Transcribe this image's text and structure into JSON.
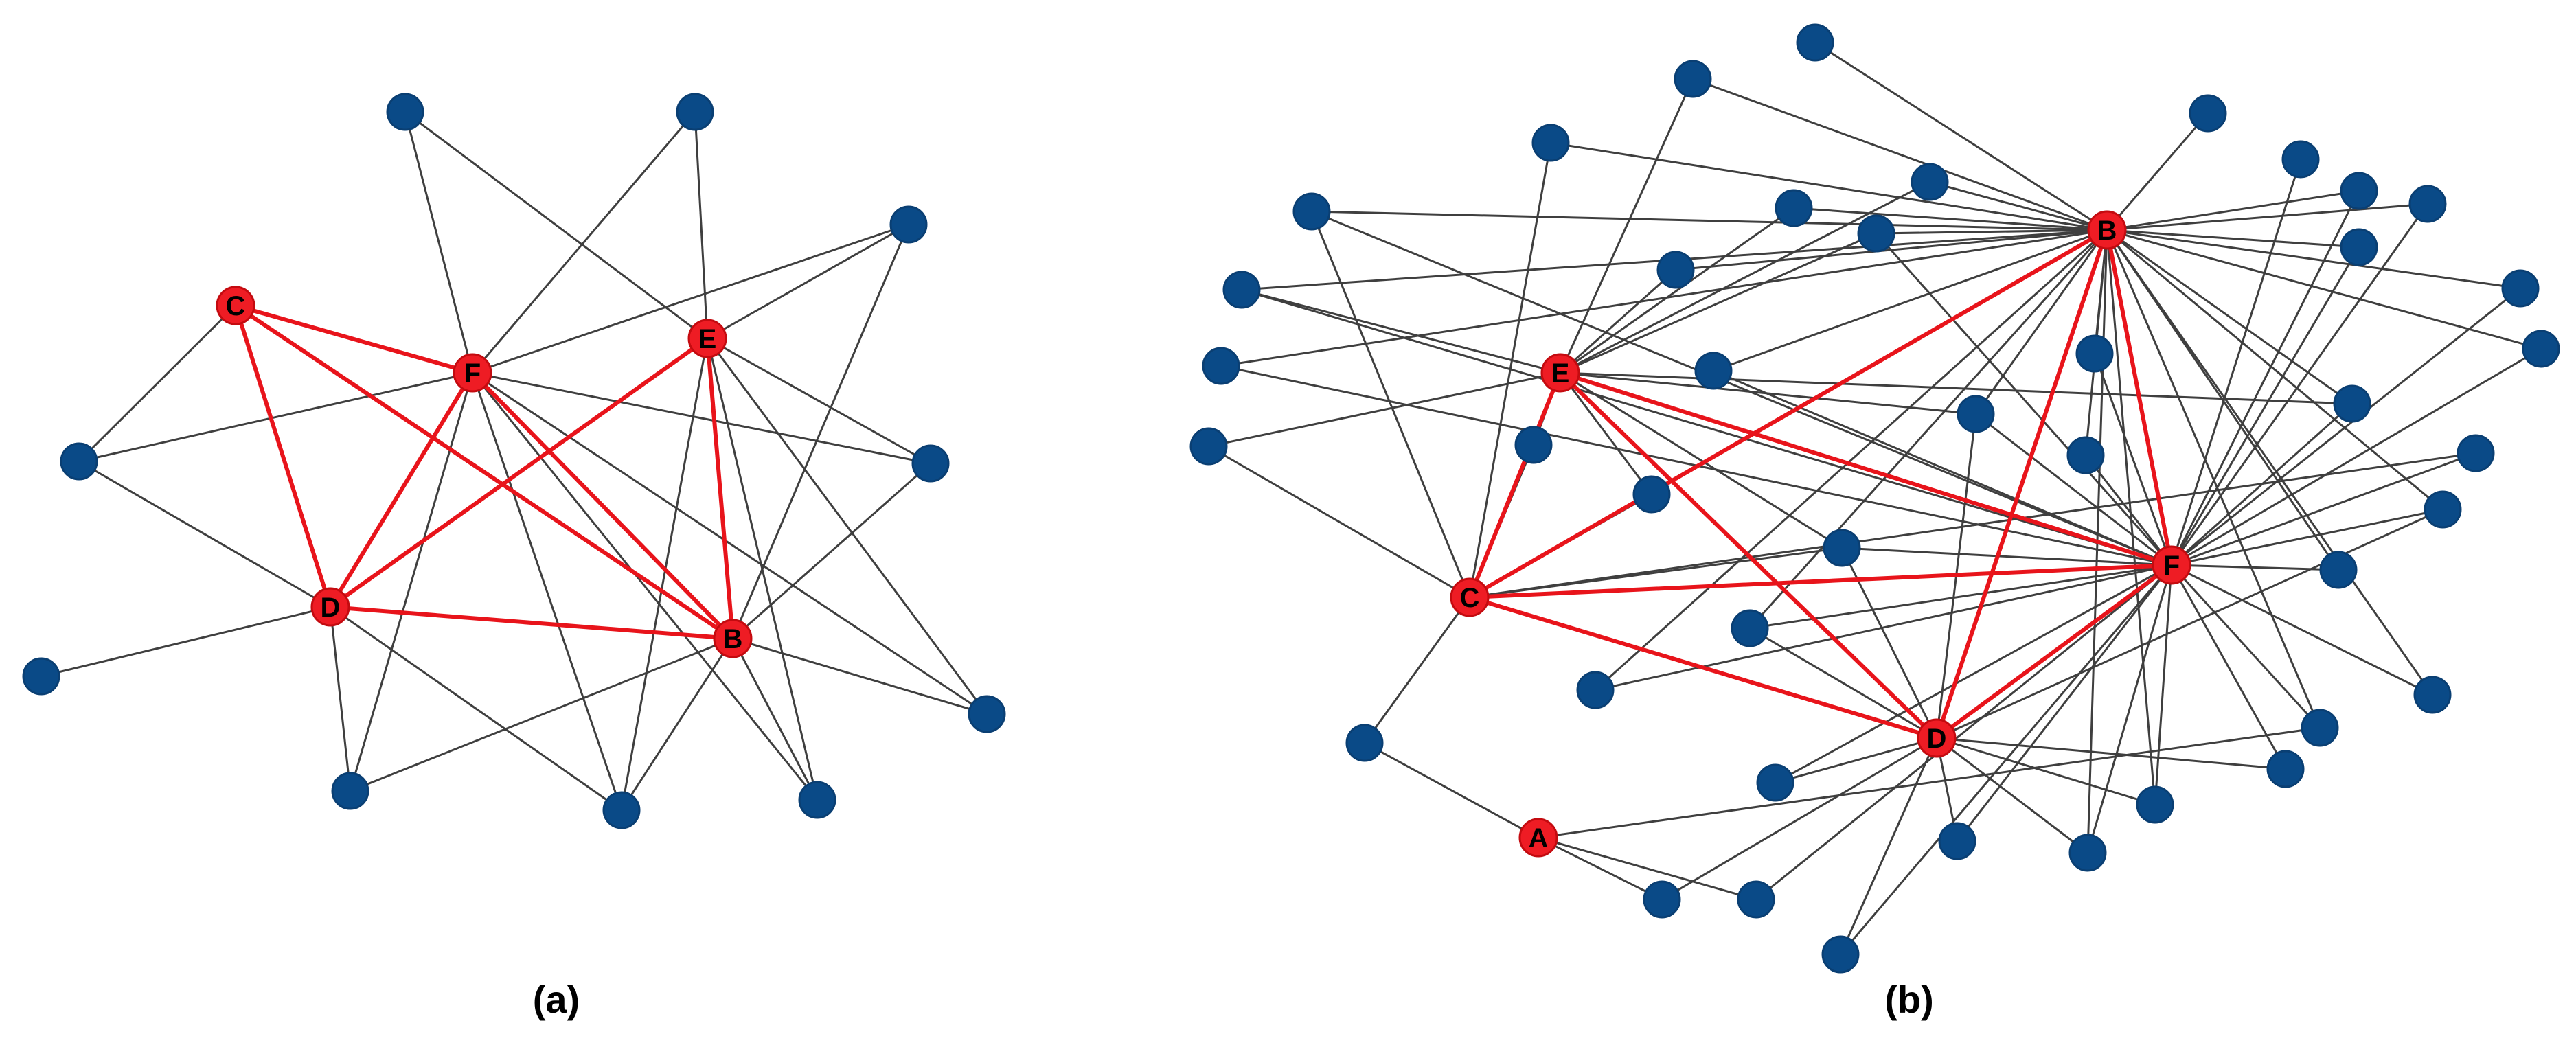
{
  "colors": {
    "node": "#0a4a87",
    "highlight": "#ee1c24",
    "edge": "#3f3f3f",
    "highlight_edge": "#e8141b",
    "label": "#000000"
  },
  "panels": [
    {
      "id": "a",
      "caption": "(a)",
      "nodes": [
        {
          "id": "C",
          "label": "C",
          "hl": true
        },
        {
          "id": "F",
          "label": "F",
          "hl": true
        },
        {
          "id": "E",
          "label": "E",
          "hl": true
        },
        {
          "id": "D",
          "label": "D",
          "hl": true
        },
        {
          "id": "B",
          "label": "B",
          "hl": true
        },
        {
          "id": "n1"
        },
        {
          "id": "n2"
        },
        {
          "id": "n3"
        },
        {
          "id": "n4"
        },
        {
          "id": "n5"
        },
        {
          "id": "n6"
        },
        {
          "id": "n7"
        },
        {
          "id": "n8"
        },
        {
          "id": "n9"
        },
        {
          "id": "n10"
        }
      ],
      "edges": [
        [
          "C",
          "F",
          1
        ],
        [
          "C",
          "D",
          1
        ],
        [
          "C",
          "B",
          1
        ],
        [
          "F",
          "D",
          1
        ],
        [
          "F",
          "B",
          1
        ],
        [
          "E",
          "D",
          1
        ],
        [
          "E",
          "B",
          1
        ],
        [
          "D",
          "B",
          1
        ],
        [
          "C",
          "n4"
        ],
        [
          "F",
          "n1"
        ],
        [
          "F",
          "n2"
        ],
        [
          "F",
          "n3"
        ],
        [
          "F",
          "n4"
        ],
        [
          "F",
          "n5"
        ],
        [
          "F",
          "n7"
        ],
        [
          "F",
          "n8"
        ],
        [
          "F",
          "n9"
        ],
        [
          "F",
          "n10"
        ],
        [
          "E",
          "n1"
        ],
        [
          "E",
          "n2"
        ],
        [
          "E",
          "n3"
        ],
        [
          "E",
          "n5"
        ],
        [
          "E",
          "n7"
        ],
        [
          "E",
          "n9"
        ],
        [
          "E",
          "n10"
        ],
        [
          "D",
          "n4"
        ],
        [
          "D",
          "n6"
        ],
        [
          "D",
          "n8"
        ],
        [
          "D",
          "n9"
        ],
        [
          "B",
          "n3"
        ],
        [
          "B",
          "n5"
        ],
        [
          "B",
          "n7"
        ],
        [
          "B",
          "n8"
        ],
        [
          "B",
          "n9"
        ],
        [
          "B",
          "n10"
        ]
      ]
    },
    {
      "id": "b",
      "caption": "(b)",
      "nodes": [
        {
          "id": "B",
          "label": "B",
          "hl": true
        },
        {
          "id": "E",
          "label": "E",
          "hl": true
        },
        {
          "id": "C",
          "label": "C",
          "hl": true
        },
        {
          "id": "D",
          "label": "D",
          "hl": true
        },
        {
          "id": "F",
          "label": "F",
          "hl": true
        },
        {
          "id": "A",
          "label": "A",
          "hl": true
        },
        {
          "id": "p1"
        },
        {
          "id": "p2"
        },
        {
          "id": "p3"
        },
        {
          "id": "p4"
        },
        {
          "id": "p5"
        },
        {
          "id": "p6"
        },
        {
          "id": "p7"
        },
        {
          "id": "p8"
        },
        {
          "id": "p9"
        },
        {
          "id": "p10"
        },
        {
          "id": "p11"
        },
        {
          "id": "p12"
        },
        {
          "id": "p13"
        },
        {
          "id": "p14"
        },
        {
          "id": "p15"
        },
        {
          "id": "p16"
        },
        {
          "id": "p17"
        },
        {
          "id": "p18"
        },
        {
          "id": "p19"
        },
        {
          "id": "p20"
        },
        {
          "id": "p21"
        },
        {
          "id": "p22"
        },
        {
          "id": "p23"
        },
        {
          "id": "p24"
        },
        {
          "id": "p25"
        },
        {
          "id": "p26"
        },
        {
          "id": "p27"
        },
        {
          "id": "p28"
        },
        {
          "id": "p29"
        },
        {
          "id": "p30"
        },
        {
          "id": "p31"
        },
        {
          "id": "p32"
        },
        {
          "id": "p33"
        },
        {
          "id": "p34"
        },
        {
          "id": "p35"
        },
        {
          "id": "p36"
        },
        {
          "id": "p37"
        },
        {
          "id": "p38"
        },
        {
          "id": "p39"
        },
        {
          "id": "p40"
        },
        {
          "id": "p41"
        },
        {
          "id": "p42"
        }
      ],
      "edges": [
        [
          "E",
          "C",
          1
        ],
        [
          "E",
          "D",
          1
        ],
        [
          "E",
          "F",
          1
        ],
        [
          "C",
          "B",
          1
        ],
        [
          "C",
          "F",
          1
        ],
        [
          "C",
          "D",
          1
        ],
        [
          "B",
          "D",
          1
        ],
        [
          "B",
          "F",
          1
        ],
        [
          "D",
          "F",
          1
        ],
        [
          "B",
          "p1"
        ],
        [
          "B",
          "p2"
        ],
        [
          "B",
          "p3"
        ],
        [
          "B",
          "p4"
        ],
        [
          "B",
          "p5"
        ],
        [
          "B",
          "p6"
        ],
        [
          "B",
          "p7"
        ],
        [
          "B",
          "p9"
        ],
        [
          "B",
          "p10"
        ],
        [
          "B",
          "p11"
        ],
        [
          "B",
          "p12"
        ],
        [
          "B",
          "p13"
        ],
        [
          "B",
          "p14"
        ],
        [
          "B",
          "p15"
        ],
        [
          "B",
          "p16"
        ],
        [
          "B",
          "p17"
        ],
        [
          "B",
          "p18"
        ],
        [
          "B",
          "p19"
        ],
        [
          "B",
          "p20"
        ],
        [
          "B",
          "p24"
        ],
        [
          "B",
          "p25"
        ],
        [
          "B",
          "p27"
        ],
        [
          "B",
          "p29"
        ],
        [
          "B",
          "p30"
        ],
        [
          "B",
          "p31"
        ],
        [
          "B",
          "p32"
        ],
        [
          "B",
          "p34"
        ],
        [
          "B",
          "p38"
        ],
        [
          "B",
          "p39"
        ],
        [
          "E",
          "p2"
        ],
        [
          "E",
          "p5"
        ],
        [
          "E",
          "p6"
        ],
        [
          "E",
          "p11"
        ],
        [
          "E",
          "p12"
        ],
        [
          "E",
          "p15"
        ],
        [
          "E",
          "p20"
        ],
        [
          "E",
          "p21"
        ],
        [
          "E",
          "p22"
        ],
        [
          "E",
          "p23"
        ],
        [
          "E",
          "p24"
        ],
        [
          "E",
          "p28"
        ],
        [
          "C",
          "p3"
        ],
        [
          "C",
          "p7"
        ],
        [
          "C",
          "p21"
        ],
        [
          "C",
          "p22"
        ],
        [
          "C",
          "p23"
        ],
        [
          "C",
          "p26"
        ],
        [
          "C",
          "p28"
        ],
        [
          "C",
          "p33"
        ],
        [
          "F",
          "p7"
        ],
        [
          "F",
          "p8"
        ],
        [
          "F",
          "p9"
        ],
        [
          "F",
          "p10"
        ],
        [
          "F",
          "p11"
        ],
        [
          "F",
          "p13"
        ],
        [
          "F",
          "p14"
        ],
        [
          "F",
          "p15"
        ],
        [
          "F",
          "p16"
        ],
        [
          "F",
          "p17"
        ],
        [
          "F",
          "p18"
        ],
        [
          "F",
          "p19"
        ],
        [
          "F",
          "p20"
        ],
        [
          "F",
          "p24"
        ],
        [
          "F",
          "p25"
        ],
        [
          "F",
          "p26"
        ],
        [
          "F",
          "p27"
        ],
        [
          "F",
          "p28"
        ],
        [
          "F",
          "p29"
        ],
        [
          "F",
          "p30"
        ],
        [
          "F",
          "p31"
        ],
        [
          "F",
          "p32"
        ],
        [
          "F",
          "p34"
        ],
        [
          "F",
          "p35"
        ],
        [
          "F",
          "p36"
        ],
        [
          "F",
          "p37"
        ],
        [
          "F",
          "p38"
        ],
        [
          "F",
          "p39"
        ],
        [
          "F",
          "p40"
        ],
        [
          "F",
          "p41"
        ],
        [
          "D",
          "p24"
        ],
        [
          "D",
          "p27"
        ],
        [
          "D",
          "p28"
        ],
        [
          "D",
          "p30"
        ],
        [
          "D",
          "p35"
        ],
        [
          "D",
          "p36"
        ],
        [
          "D",
          "p37"
        ],
        [
          "D",
          "p38"
        ],
        [
          "D",
          "p39"
        ],
        [
          "D",
          "p41"
        ],
        [
          "D",
          "p42"
        ],
        [
          "A",
          "p33"
        ],
        [
          "A",
          "p34"
        ],
        [
          "A",
          "p42"
        ],
        [
          "A",
          "p40"
        ]
      ]
    }
  ]
}
